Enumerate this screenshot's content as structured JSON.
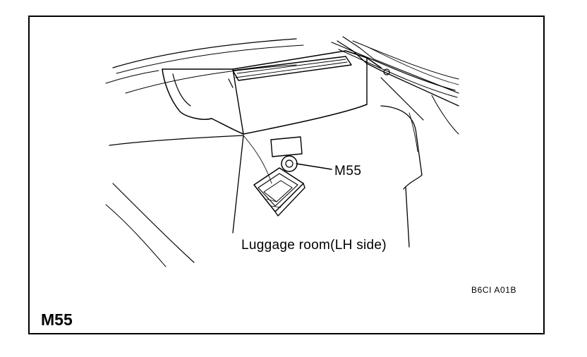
{
  "diagram": {
    "callout": "M55",
    "caption": "Luggage room(LH side)",
    "figure_code": "B6CI A01B",
    "connector_title": "M55"
  }
}
